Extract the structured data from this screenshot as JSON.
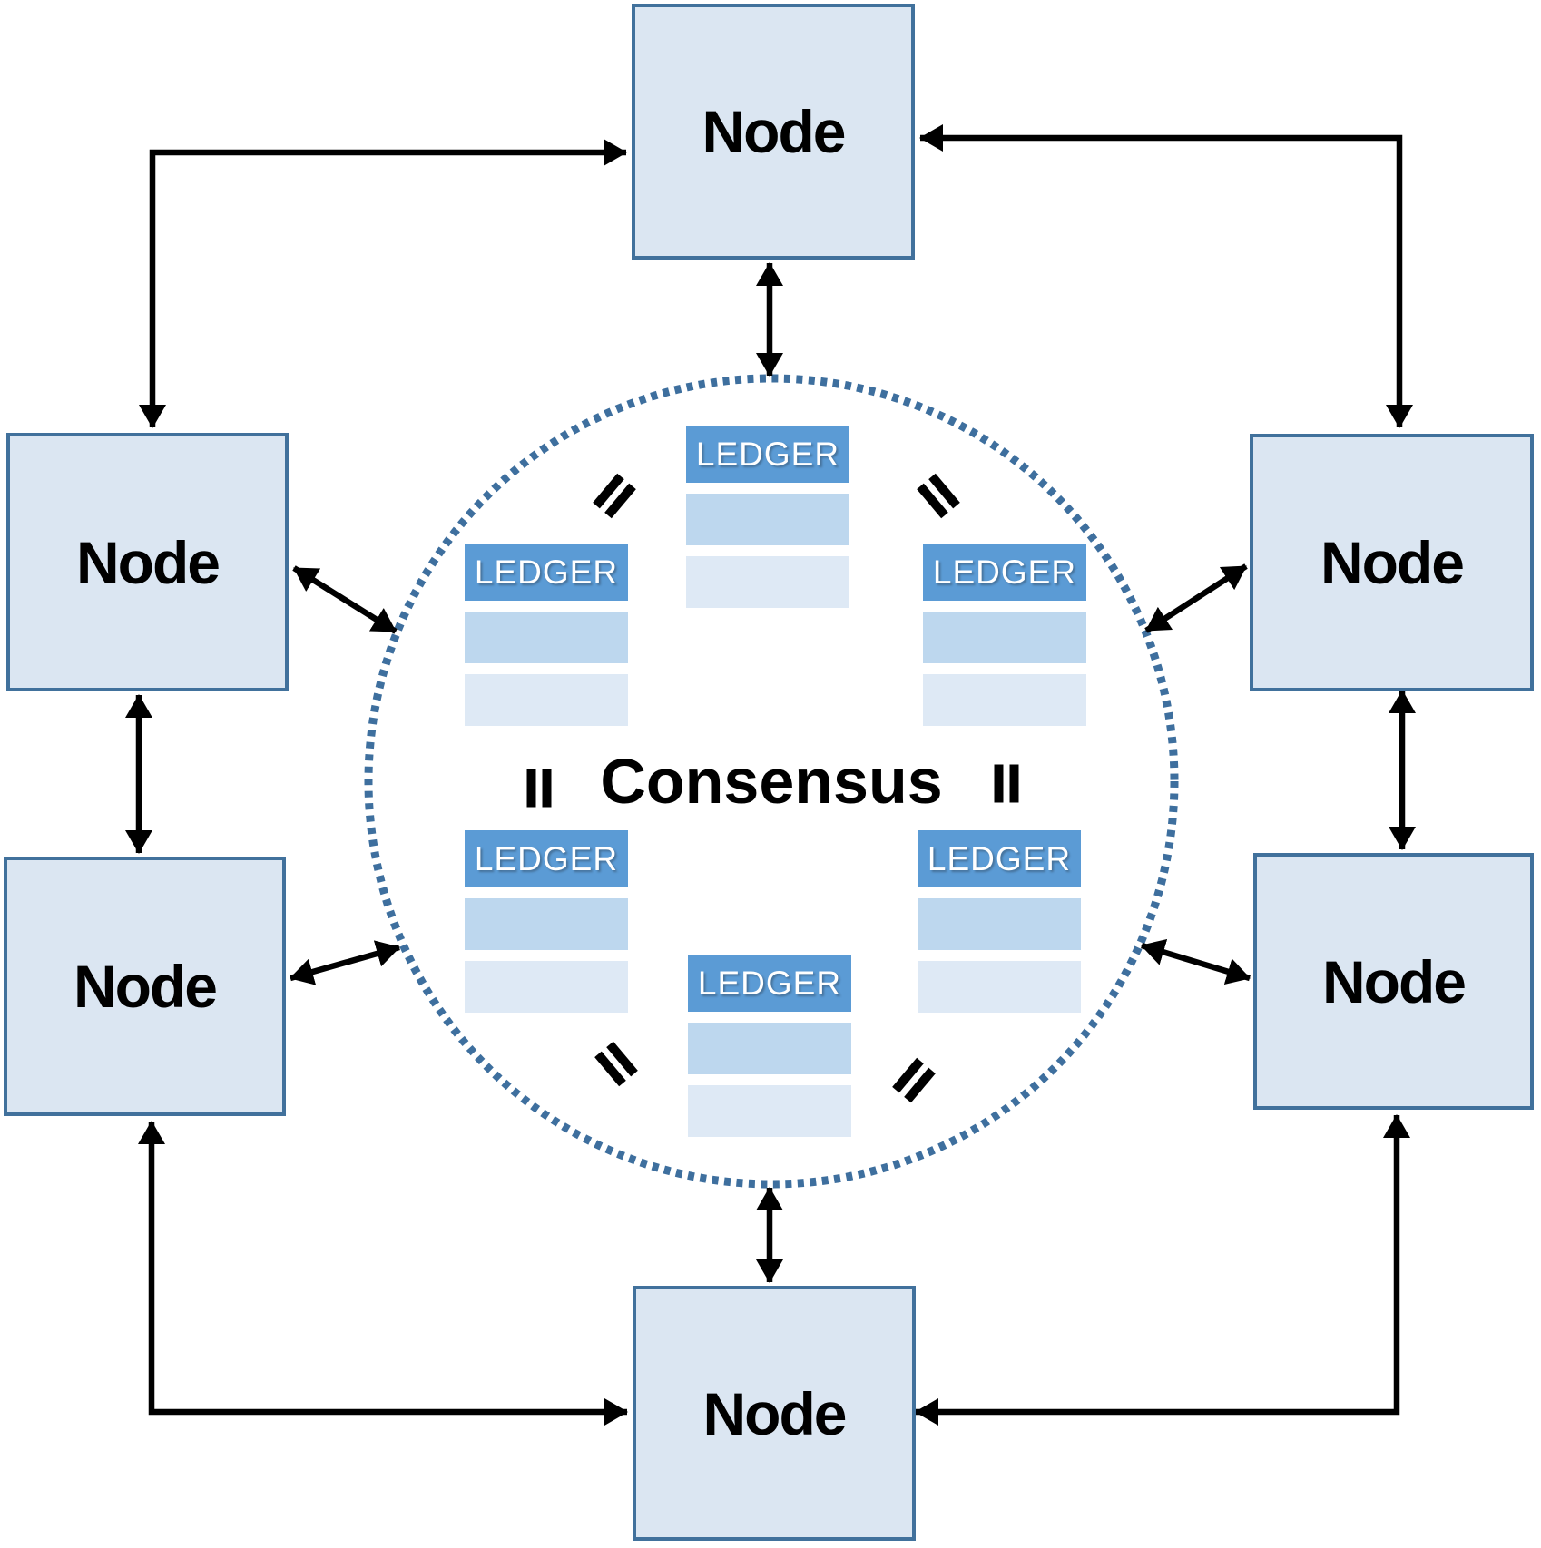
{
  "diagram": {
    "consensus_label": "Consensus",
    "nodes": [
      {
        "id": "node-top",
        "label": "Node"
      },
      {
        "id": "node-left-upper",
        "label": "Node"
      },
      {
        "id": "node-right-upper",
        "label": "Node"
      },
      {
        "id": "node-left-lower",
        "label": "Node"
      },
      {
        "id": "node-right-lower",
        "label": "Node"
      },
      {
        "id": "node-bottom",
        "label": "Node"
      }
    ],
    "ledgers": [
      {
        "id": "ledger-top-center",
        "label": "LEDGER",
        "blank_rows": 2
      },
      {
        "id": "ledger-upper-left",
        "label": "LEDGER",
        "blank_rows": 2
      },
      {
        "id": "ledger-upper-right",
        "label": "LEDGER",
        "blank_rows": 2
      },
      {
        "id": "ledger-lower-left",
        "label": "LEDGER",
        "blank_rows": 2
      },
      {
        "id": "ledger-lower-right",
        "label": "LEDGER",
        "blank_rows": 2
      },
      {
        "id": "ledger-bottom-center",
        "label": "LEDGER",
        "blank_rows": 2
      }
    ],
    "equality_marks": {
      "symbol": "=",
      "count": 6
    },
    "edges": [
      {
        "from": "node-left-upper",
        "to": "node-top",
        "style": "elbow",
        "bidirectional": true
      },
      {
        "from": "node-right-upper",
        "to": "node-top",
        "style": "elbow",
        "bidirectional": true
      },
      {
        "from": "node-left-lower",
        "to": "node-bottom",
        "style": "elbow",
        "bidirectional": true
      },
      {
        "from": "node-right-lower",
        "to": "node-bottom",
        "style": "elbow",
        "bidirectional": true
      },
      {
        "from": "node-left-upper",
        "to": "node-left-lower",
        "style": "straight",
        "bidirectional": true
      },
      {
        "from": "node-right-upper",
        "to": "node-right-lower",
        "style": "straight",
        "bidirectional": true
      },
      {
        "from": "node-top",
        "to": "consensus-circle",
        "style": "straight",
        "bidirectional": true
      },
      {
        "from": "node-bottom",
        "to": "consensus-circle",
        "style": "straight",
        "bidirectional": true
      },
      {
        "from": "node-left-upper",
        "to": "consensus-circle",
        "style": "straight",
        "bidirectional": true
      },
      {
        "from": "node-left-lower",
        "to": "consensus-circle",
        "style": "straight",
        "bidirectional": true
      },
      {
        "from": "node-right-upper",
        "to": "consensus-circle",
        "style": "straight",
        "bidirectional": true
      },
      {
        "from": "node-right-lower",
        "to": "consensus-circle",
        "style": "straight",
        "bidirectional": true
      }
    ],
    "colors": {
      "node_fill": "#dbe6f2",
      "node_border": "#41719c",
      "ledger_header": "#5b9bd5",
      "ledger_row1": "#bdd7ee",
      "ledger_row2": "#dee9f5",
      "circle_dot": "#3e6f9e",
      "arrow": "#000000",
      "ledger_text": "#ffffff",
      "label_text": "#000000"
    }
  }
}
